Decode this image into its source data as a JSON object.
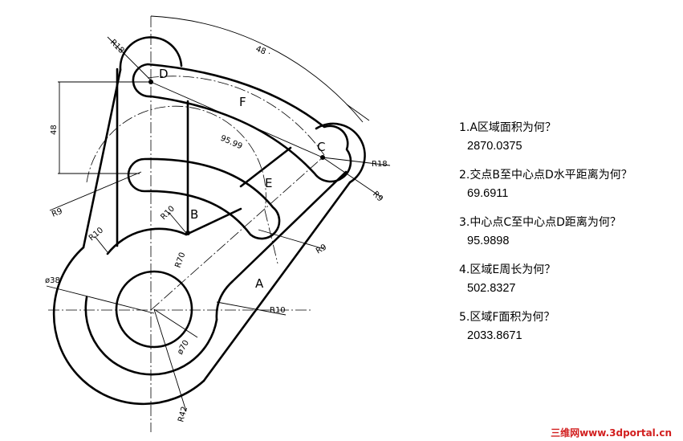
{
  "drawing": {
    "region_labels": {
      "a": "A",
      "b": "B",
      "c": "C",
      "d": "D",
      "e": "E",
      "f": "F"
    },
    "dimensions": {
      "r18_top": "R18",
      "angle_48": "48 ·",
      "dim_48_vertical": "48",
      "dim_95_99": "95.99",
      "r18_right": "R18",
      "r9_right": "R9",
      "r9_left": "R9",
      "r10_left": "R10",
      "r10_mid": "R10",
      "r70": "R70",
      "r9_mid": "R9",
      "dia38": "ø38",
      "r10_bottom": "R10",
      "dia70": "ø70",
      "r42": "R42"
    }
  },
  "questions": [
    {
      "q": "1.A区域面积为何？",
      "a": "2870.0375"
    },
    {
      "q": "2.交点B至中心点D水平距离为何？",
      "a": "69.6911"
    },
    {
      "q": "3.中心点C至中心点D距离为何？",
      "a": "95.9898"
    },
    {
      "q": "4.区域E周长为何？",
      "a": "502.8327"
    },
    {
      "q": "5.区域F面积为何？",
      "a": "2033.8671"
    }
  ],
  "watermark": "三维网www.3dportal.cn"
}
